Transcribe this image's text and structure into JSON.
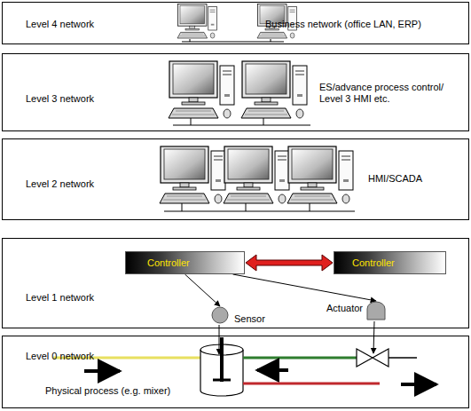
{
  "diagram": {
    "nodes": [
      {
        "text": [
          "Level 4 network",
          "Business network (office LAN, ERP)"
        ]
      },
      {
        "text": [
          "Level 3 network",
          "ES/advance process control/ Level 3 HMI etc."
        ]
      },
      {
        "text": [
          "Level 2 network",
          "HMI/SCADA"
        ]
      },
      {
        "text": [
          "Level 1 network"
        ]
      },
      {
        "text": [
          "Controller"
        ],
        "in": 3
      },
      {
        "text": [
          "Controller"
        ],
        "in": 3
      },
      {
        "text": [
          "Sensor"
        ],
        "in": 3
      },
      {
        "text": [
          "Actuator"
        ],
        "in": 3
      },
      {
        "text": [
          "Level 0 network",
          "Physical process (e.g. mixer)"
        ]
      }
    ],
    "edges": [
      {
        "from": 4,
        "to": 5,
        "arrow": "both"
      },
      {
        "from": 4,
        "to": 6,
        "arrow": "to"
      },
      {
        "from": 4,
        "to": 7,
        "arrow": "to"
      }
    ]
  }
}
